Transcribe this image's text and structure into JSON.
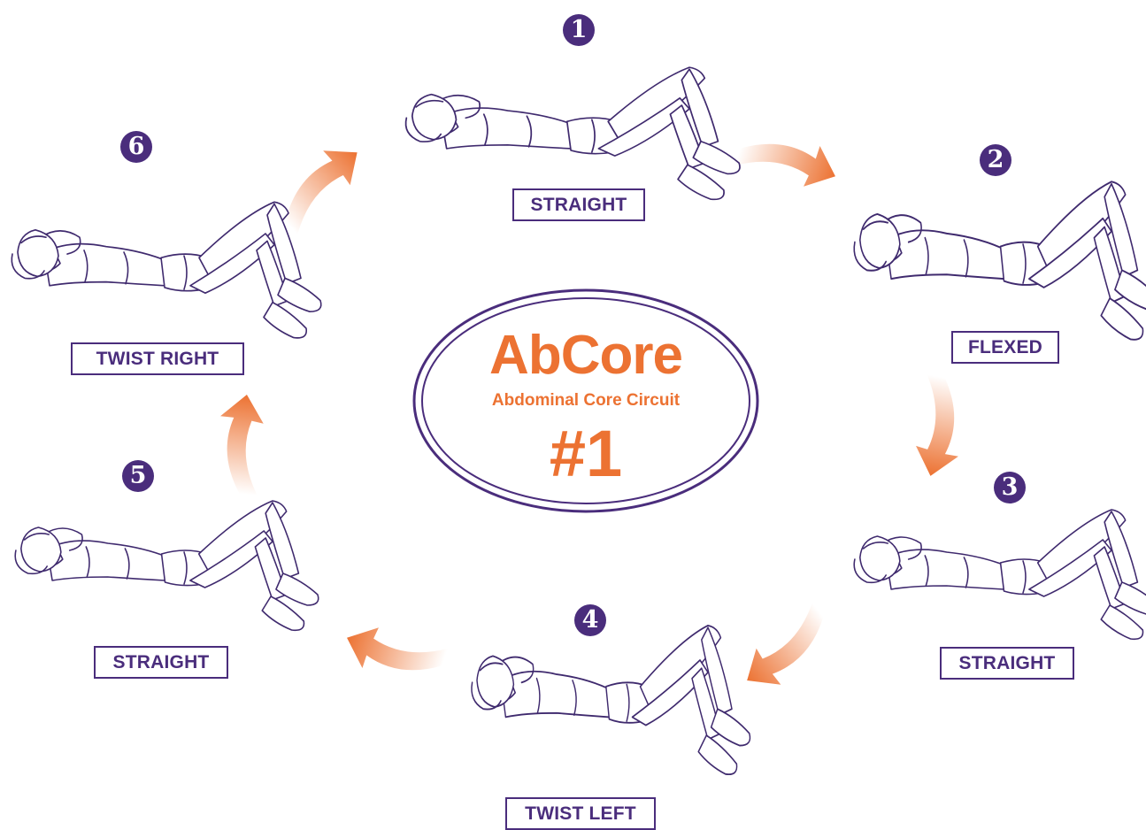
{
  "colors": {
    "purple": "#4a2d7c",
    "orange": "#ec7232",
    "ink": "#3f2a6e"
  },
  "center": {
    "title": "AbCore",
    "subtitle": "Abdominal Core Circuit",
    "number": "#1"
  },
  "steps": [
    {
      "number": "1",
      "label": "STRAIGHT"
    },
    {
      "number": "2",
      "label": "FLEXED"
    },
    {
      "number": "3",
      "label": "STRAIGHT"
    },
    {
      "number": "4",
      "label": "TWIST LEFT"
    },
    {
      "number": "5",
      "label": "STRAIGHT"
    },
    {
      "number": "6",
      "label": "TWIST RIGHT"
    }
  ],
  "icons": {
    "figure": "person-crunch-icon",
    "arrow": "curved-arrow-icon"
  }
}
